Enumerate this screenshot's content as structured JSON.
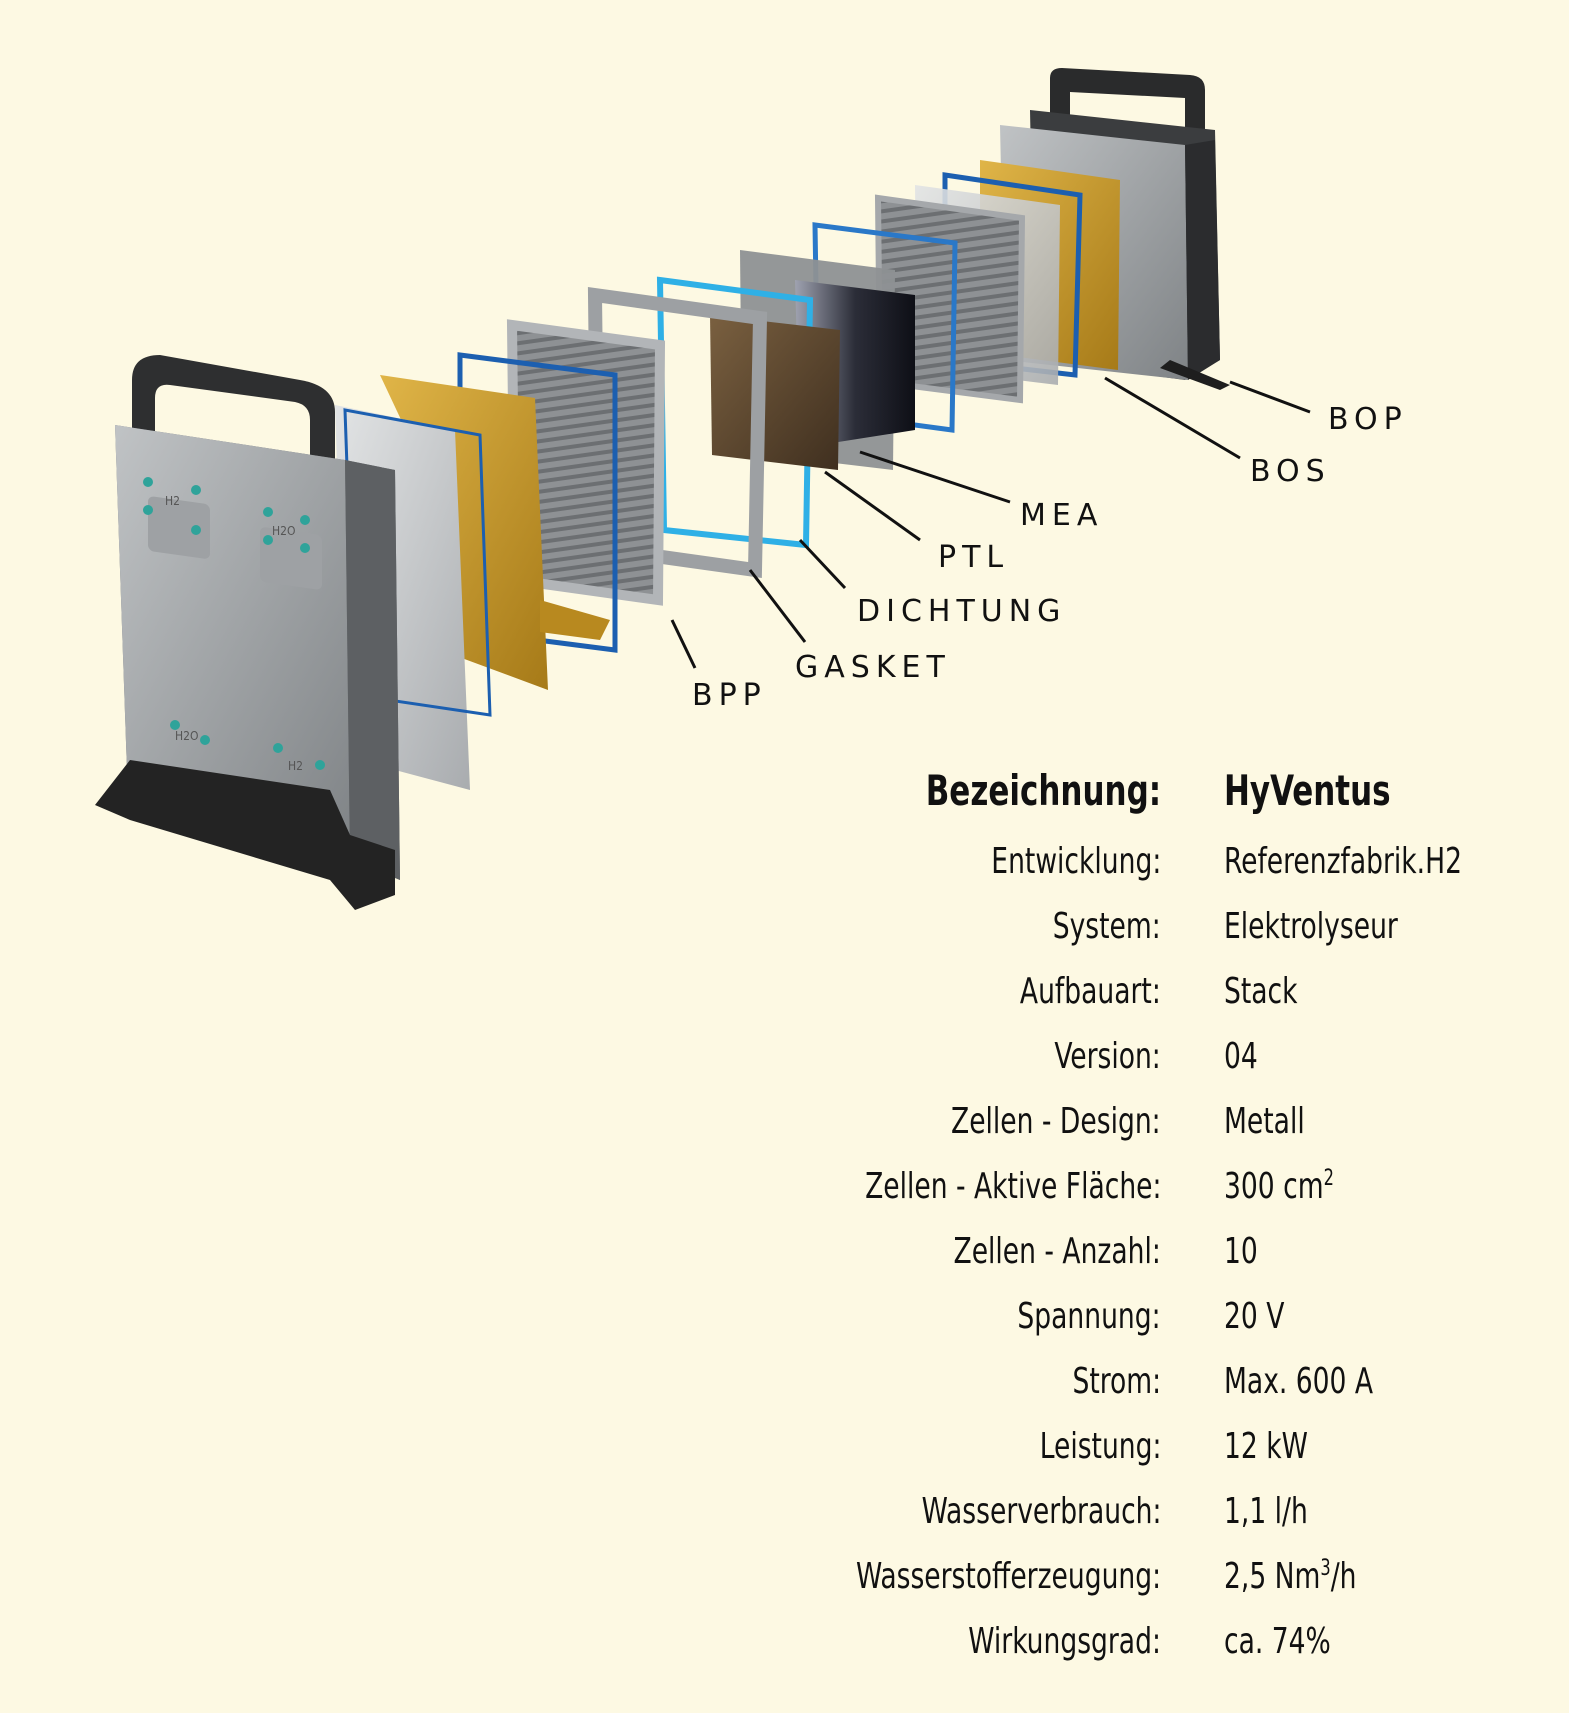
{
  "diagram": {
    "callouts": [
      {
        "id": "bop",
        "text": "BOP"
      },
      {
        "id": "bos",
        "text": "BOS"
      },
      {
        "id": "mea",
        "text": "MEA"
      },
      {
        "id": "ptl",
        "text": "PTL"
      },
      {
        "id": "dichtung",
        "text": "DICHTUNG"
      },
      {
        "id": "gasket",
        "text": "GASKET"
      },
      {
        "id": "bpp",
        "text": "BPP"
      }
    ],
    "port_labels": [
      "H2",
      "H2O",
      "H2O",
      "H2"
    ]
  },
  "specs": {
    "header": {
      "label": "Bezeichnung:",
      "value": "HyVentus"
    },
    "rows": [
      {
        "label": "Entwicklung:",
        "value": "Referenzfabrik.H2"
      },
      {
        "label": "System:",
        "value": "Elektrolyseur"
      },
      {
        "label": "Aufbauart:",
        "value": "Stack"
      },
      {
        "label": "Version:",
        "value": "04"
      },
      {
        "label": "Zellen - Design:",
        "value": "Metall"
      },
      {
        "label": "Zellen - Aktive Fläche:",
        "value": "300 cm",
        "sup": "2"
      },
      {
        "label": "Zellen - Anzahl:",
        "value": "10"
      },
      {
        "label": "Spannung:",
        "value": "20 V"
      },
      {
        "label": "Strom:",
        "value": "Max. 600 A"
      },
      {
        "label": "Leistung:",
        "value": "12 kW"
      },
      {
        "label": "Wasserverbrauch:",
        "value": "1,1 l/h"
      },
      {
        "label": "Wasserstofferzeugung:",
        "value": "2,5 Nm",
        "sup": "3",
        "suffix": "/h"
      },
      {
        "label": "Wirkungsgrad:",
        "value": "ca. 74%"
      }
    ]
  },
  "colors": {
    "background": "#fdf9e3",
    "steel": "#a3a6a8",
    "steel_dark": "#6e7174",
    "gold": "#c89b2c",
    "blue_seal": "#1c5fb0",
    "cyan_seal": "#2fb0e6",
    "membrane": "#1d1f2a",
    "ptl_brown": "#5a4630",
    "bracket": "#232323",
    "port_teal": "#2fa39a"
  }
}
